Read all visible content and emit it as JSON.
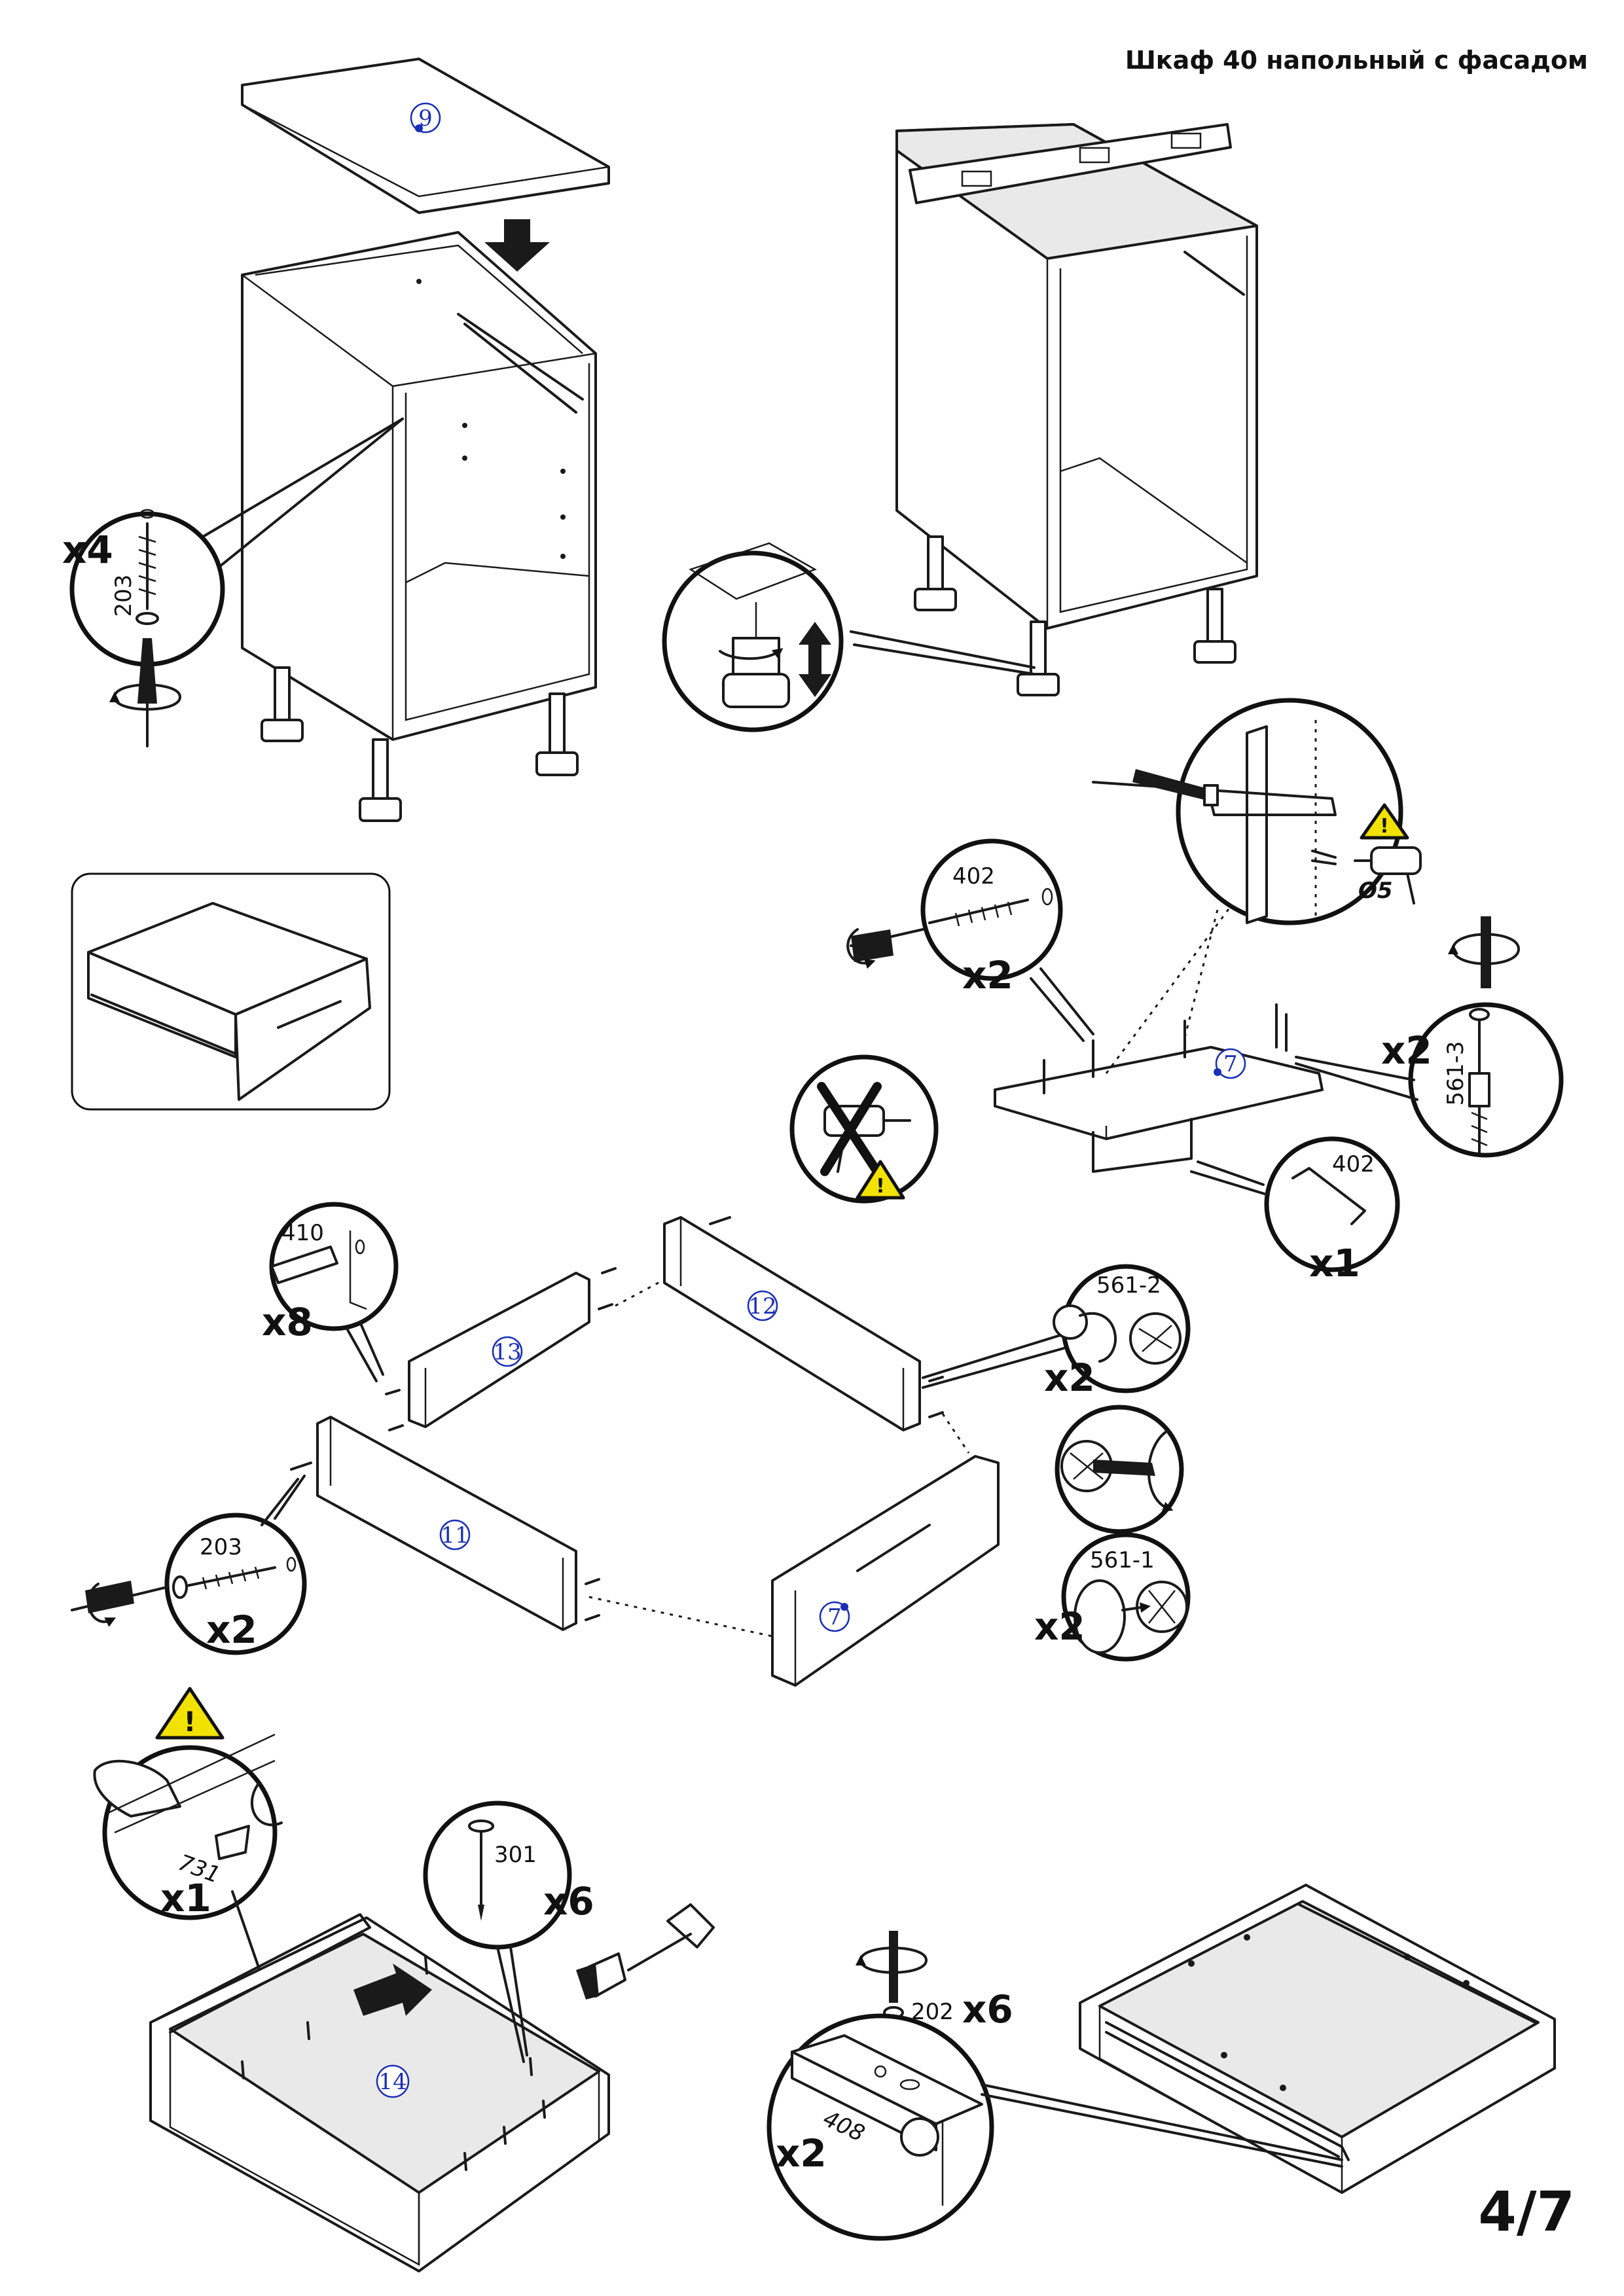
{
  "document": {
    "title": "Шкаф 40 напольный с фасадом",
    "page_number": "4/7"
  },
  "parts": {
    "p9": "9",
    "p7_panel": "7",
    "p13": "13",
    "p12": "12",
    "p11": "11",
    "p7_front": "7",
    "p14": "14"
  },
  "hardware": {
    "h203_top": "203",
    "h402_screw": "402",
    "h561_3": "561-3",
    "h402_handle": "402",
    "h410": "410",
    "h561_2": "561-2",
    "h203_drawer": "203",
    "h561_1": "561-1",
    "h731": "731",
    "h301": "301",
    "h202": "202",
    "h408": "408",
    "d5": "Ø5"
  },
  "quantities": {
    "q_top_screws": "x4",
    "q_front_screws": "x2",
    "q_cams_3": "x2",
    "q_handle": "x1",
    "q_dowels": "x8",
    "q_cams_2": "x2",
    "q_drawer_screws": "x2",
    "q_cams_1": "x2",
    "q_clip": "x1",
    "q_nails": "x6",
    "q_rail_screws": "x6",
    "q_rail_parts": "x2"
  },
  "icons": {
    "warning": "warning-triangle-icon",
    "rotate": "rotate-arrow-icon",
    "no_drill": "no-drill-icon"
  },
  "colors": {
    "part_label": "#1a2fb5",
    "line": "#1a1a1a",
    "warning": "#f2e200"
  }
}
